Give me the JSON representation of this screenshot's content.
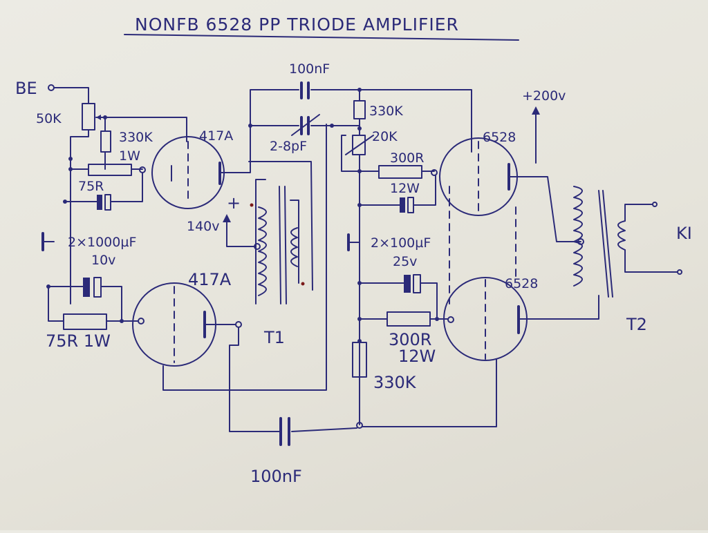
{
  "title": "NONFB 6528 PP TRIODE AMPLIFIER",
  "labels": {
    "input": "BE",
    "pot": "50K",
    "r_grid1": "330K",
    "r_grid1_power": "1W",
    "tube1": "417A",
    "r_cathode1": "75R",
    "cap_cathode": "2×1000µF",
    "cap_cathode_v": "10v",
    "tube2": "417A",
    "r_cathode2": "75R 1W",
    "supply_mid": "140v",
    "plus_sign": "+",
    "t1": "T1",
    "cap_top": "100nF",
    "cap_trim": "2-8pF",
    "r_top": "330K",
    "r_trim": "20K",
    "r_cath_top": "300R",
    "r_cath_top_power": "12W",
    "cap_mid": "2×100µF",
    "cap_mid_v": "25v",
    "r_cath_bot": "300R",
    "r_cath_bot_power": "12W",
    "r_bottom": "330K",
    "tube3": "6528",
    "tube4": "6528",
    "supply_top": "+200v",
    "t2": "T2",
    "output": "KI",
    "cap_bottom": "100nF"
  }
}
